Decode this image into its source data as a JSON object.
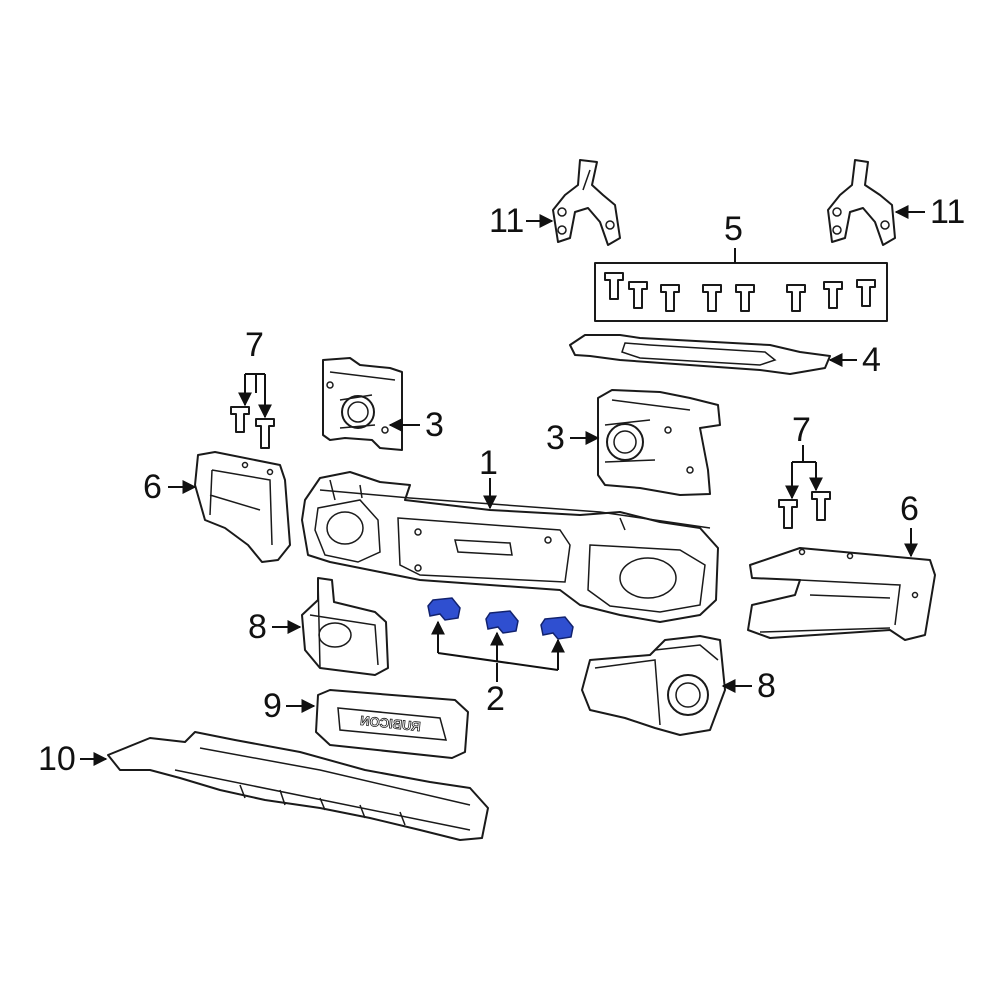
{
  "diagram": {
    "callouts": [
      {
        "id": "1",
        "label": "1"
      },
      {
        "id": "2",
        "label": "2"
      },
      {
        "id": "3",
        "label": "3"
      },
      {
        "id": "4",
        "label": "4"
      },
      {
        "id": "5",
        "label": "5"
      },
      {
        "id": "6",
        "label": "6"
      },
      {
        "id": "7",
        "label": "7"
      },
      {
        "id": "8",
        "label": "8"
      },
      {
        "id": "9",
        "label": "9"
      },
      {
        "id": "10",
        "label": "10"
      },
      {
        "id": "11",
        "label": "11"
      }
    ],
    "grille_lettering": "RUBICON",
    "highlight_color": "#2f4fd0"
  }
}
